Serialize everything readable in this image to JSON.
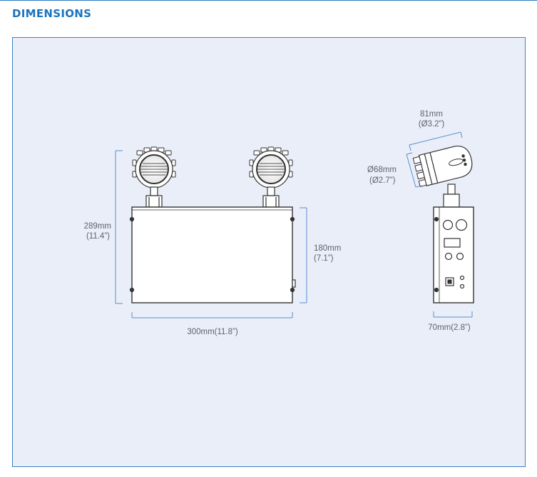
{
  "section": {
    "title": "DIMENSIONS"
  },
  "front_view": {
    "height_mm": "289mm",
    "height_in": "(11.4”)",
    "body_height_mm": "180mm",
    "body_height_in": "(7.1”)",
    "width": "300mm(11.8”)"
  },
  "side_view": {
    "head_length_mm": "81mm",
    "head_length_in": "(Ø3.2”)",
    "head_diameter_mm": "Ø68mm",
    "head_diameter_in": "(Ø2.7”)",
    "depth": "70mm(2.8”)"
  },
  "colors": {
    "title": "#1b74bf",
    "panel_bg": "#eaeef8",
    "panel_border": "#3d82c4",
    "dimension_line": "#5b8fd0",
    "drawing_line": "#333333"
  }
}
